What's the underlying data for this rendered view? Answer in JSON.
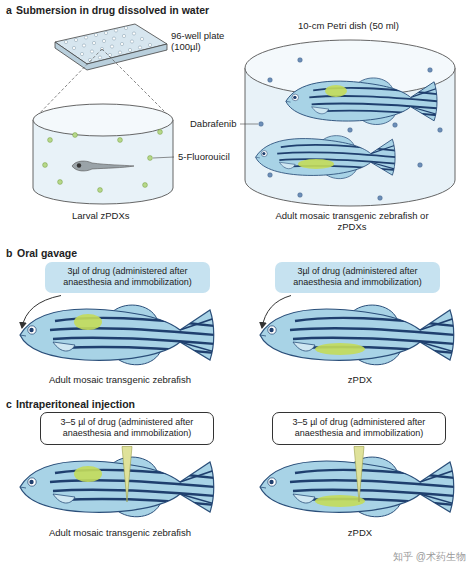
{
  "diagram": {
    "nodes": [
      {
        "text": [
          "3µl of drug (administered after anaesthesia and immobilization)"
        ]
      },
      {
        "text": [
          "3µl of drug (administered after anaesthesia and immobilization)"
        ]
      },
      {
        "text": [
          "3–5 µl of drug (administered after anaesthesia and immobilization)"
        ]
      },
      {
        "text": [
          "3–5 µl of drug (administered after anaesthesia and immobilization)"
        ]
      }
    ],
    "labels": [
      "a",
      "Submersion in drug dissolved in water",
      "96-well plate (100µl)",
      "10-cm Petri dish (50 ml)",
      "Dabrafenib",
      "5-Fluorouicil",
      "Larval zPDXs",
      "Adult mosaic transgenic zebrafish or zPDXs",
      "b",
      "Oral gavage",
      "Adult mosaic transgenic zebrafish",
      "zPDX",
      "c",
      "Intraperitoneal injection",
      "Adult mosaic transgenic zebrafish",
      "zPDX",
      "知乎 @术药生物"
    ]
  }
}
